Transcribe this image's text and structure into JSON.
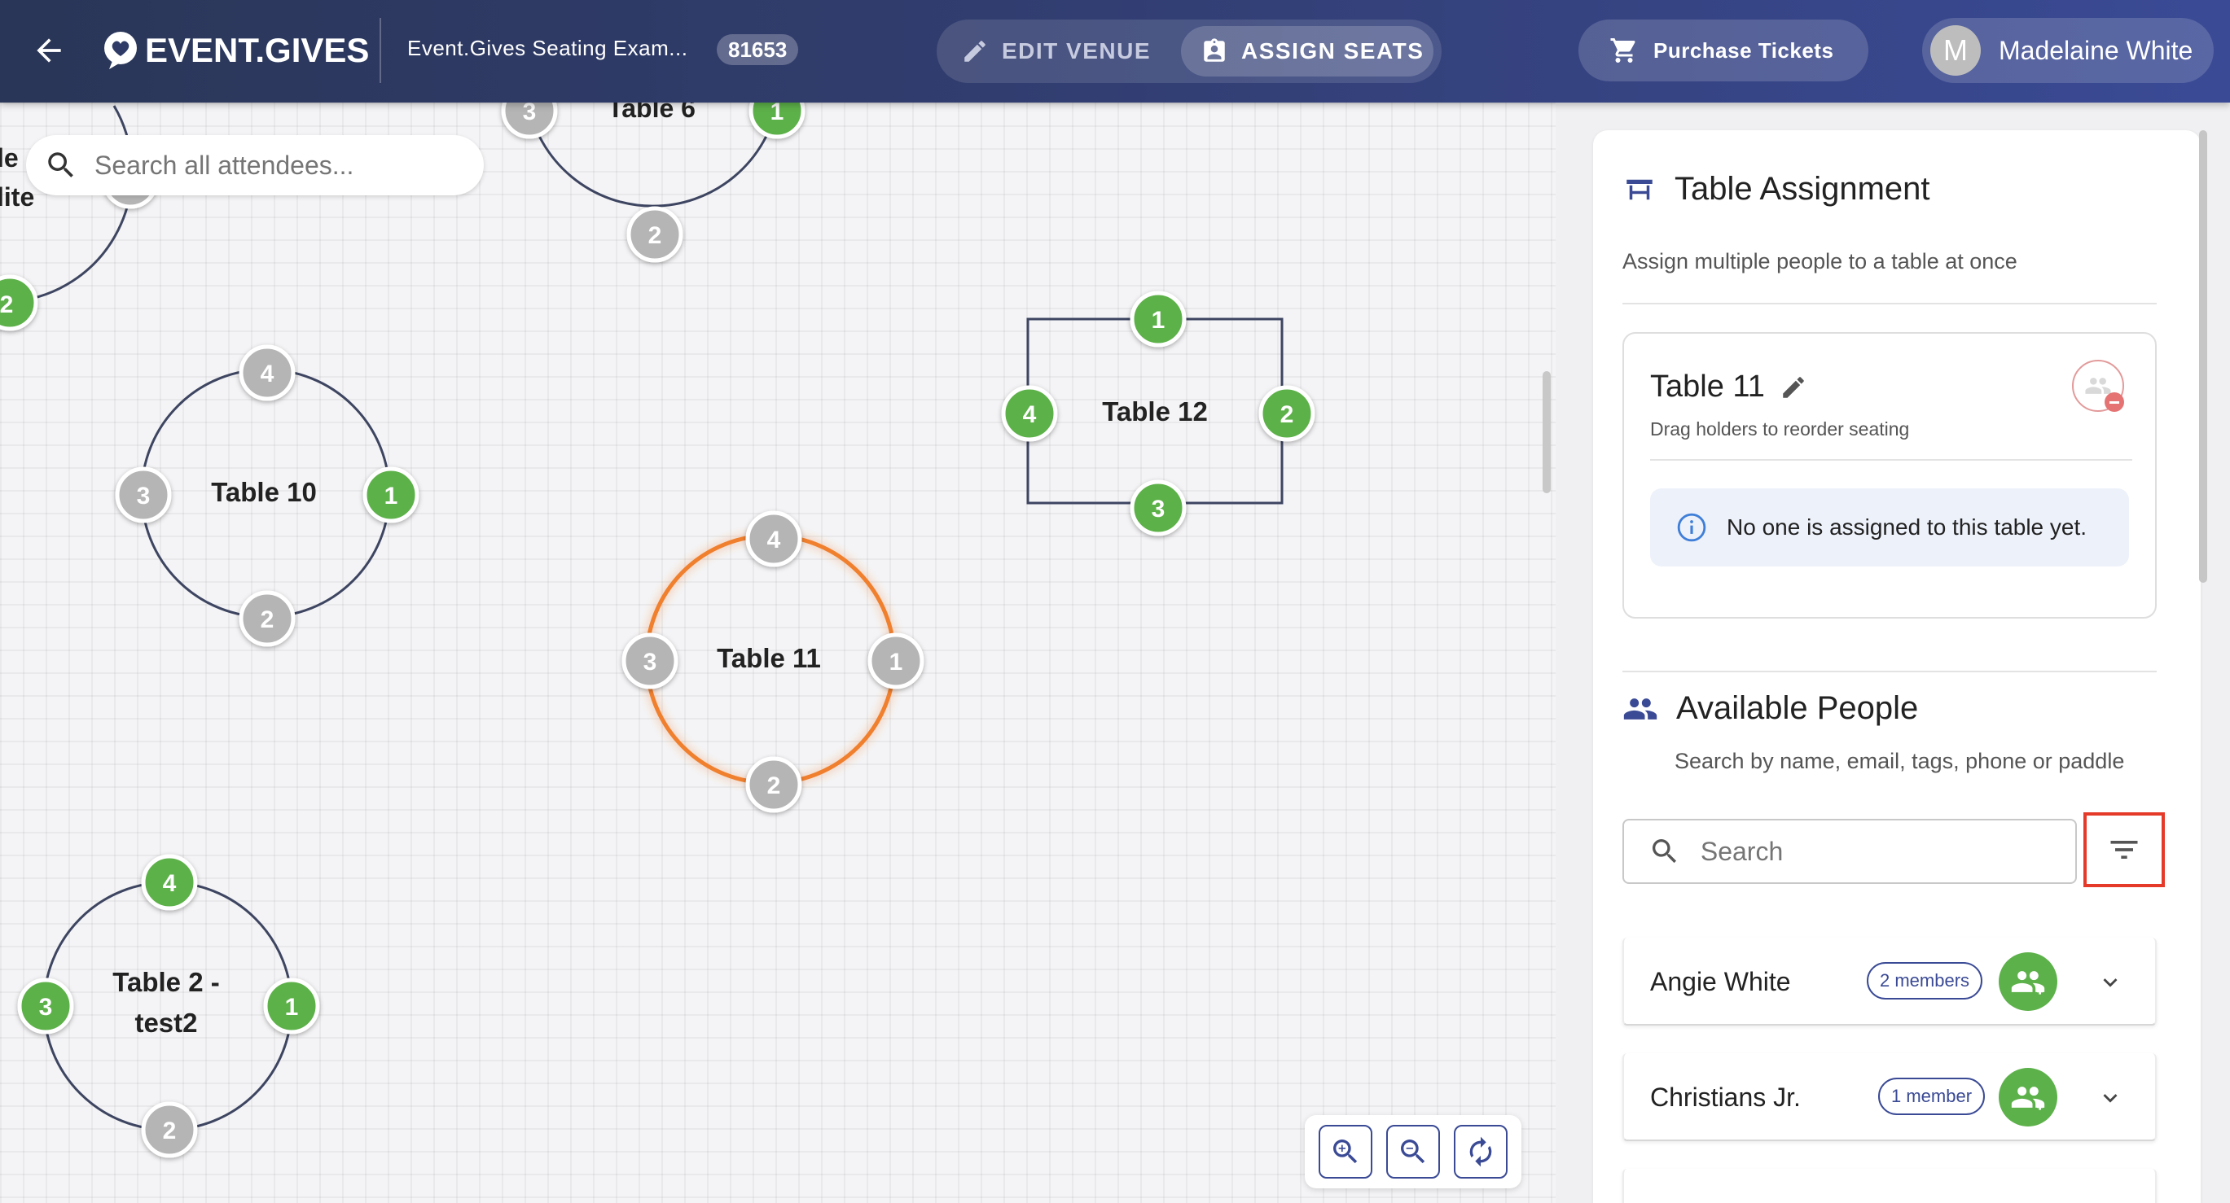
{
  "header": {
    "logo_text": "EVENT.GIVES",
    "event_title": "Event.Gives Seating Exam...",
    "event_id": "81653",
    "edit_venue_label": "EDIT VENUE",
    "assign_seats_label": "ASSIGN SEATS",
    "purchase_label": "Purchase Tickets",
    "user_initial": "M",
    "user_name": "Madelaine White"
  },
  "canvas": {
    "search_placeholder": "Search all attendees...",
    "partial_labels": [
      "le",
      "lite"
    ],
    "tables": [
      {
        "name": "Table 6",
        "shape": "round",
        "seats": [
          {
            "n": "1",
            "taken": true
          },
          {
            "n": "2",
            "taken": false
          },
          {
            "n": "3",
            "taken": false
          }
        ]
      },
      {
        "name": "Table 12",
        "shape": "rect",
        "seats": [
          {
            "n": "1",
            "taken": true
          },
          {
            "n": "2",
            "taken": true
          },
          {
            "n": "3",
            "taken": true
          },
          {
            "n": "4",
            "taken": true
          }
        ]
      },
      {
        "name": "Table 10",
        "shape": "round",
        "seats": [
          {
            "n": "1",
            "taken": true
          },
          {
            "n": "2",
            "taken": false
          },
          {
            "n": "3",
            "taken": false
          },
          {
            "n": "4",
            "taken": false
          }
        ]
      },
      {
        "name": "Table 11",
        "shape": "round",
        "selected": true,
        "seats": [
          {
            "n": "1",
            "taken": false
          },
          {
            "n": "2",
            "taken": false
          },
          {
            "n": "3",
            "taken": false
          },
          {
            "n": "4",
            "taken": false
          }
        ]
      },
      {
        "name_line1": "Table 2 -",
        "name_line2": "test2",
        "shape": "round",
        "seats": [
          {
            "n": "1",
            "taken": true
          },
          {
            "n": "2",
            "taken": false
          },
          {
            "n": "3",
            "taken": true
          },
          {
            "n": "4",
            "taken": true
          }
        ]
      },
      {
        "name": "",
        "shape": "round",
        "partial": true,
        "seats": [
          {
            "n": "2",
            "taken": true
          }
        ]
      }
    ],
    "zoom_controls": [
      "zoom-in-icon",
      "zoom-out-icon",
      "reset-icon"
    ]
  },
  "panel": {
    "assignment": {
      "title": "Table Assignment",
      "subtitle": "Assign multiple people to a table at once",
      "table_name": "Table 11",
      "drag_hint": "Drag holders to reorder seating",
      "empty_message": "No one is assigned to this table yet."
    },
    "available": {
      "title": "Available People",
      "subtitle": "Search by name, email, tags, phone or paddle",
      "search_placeholder": "Search",
      "people": [
        {
          "name": "Angie White",
          "members": "2 members"
        },
        {
          "name": "Christians Jr.",
          "members": "1 member"
        }
      ]
    }
  },
  "colors": {
    "brand": "#3a4a95",
    "seat_taken": "#5db14a",
    "seat_empty": "#b5b5b5",
    "selected_table": "#f07f2d",
    "table_outline": "#3d4561",
    "filter_highlight": "#e53a2a"
  }
}
